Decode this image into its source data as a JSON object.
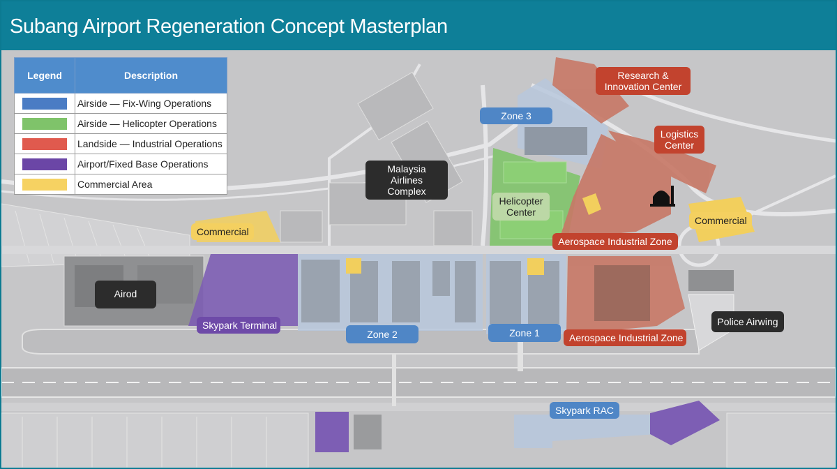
{
  "header": {
    "title": "Subang Airport Regeneration Concept Masterplan"
  },
  "legend": {
    "col_legend": "Legend",
    "col_description": "Description",
    "items": [
      {
        "label": "Airside — Fix-Wing Operations",
        "color": "#4a7cc4"
      },
      {
        "label": "Airside — Helicopter Operations",
        "color": "#7fc36a"
      },
      {
        "label": "Landside — Industrial Operations",
        "color": "#e05a4e"
      },
      {
        "label": "Airport/Fixed Base Operations",
        "color": "#6b46a6"
      },
      {
        "label": "Commercial Area",
        "color": "#f6d262"
      }
    ]
  },
  "map_labels": {
    "research": "Research & Innovation Center",
    "zone3": "Zone 3",
    "logistics": "Logistics Center",
    "mas": "Malaysia Airlines Complex",
    "helicopter": "Helicopter Center",
    "commercial_left": "Commercial",
    "commercial_right": "Commercial",
    "aero_upper": "Aerospace Industrial Zone",
    "airod": "Airod",
    "skypark_terminal": "Skypark Terminal",
    "zone2": "Zone 2",
    "zone1": "Zone 1",
    "aero_lower": "Aerospace Industrial Zone",
    "police": "Police Airwing",
    "skypark_rac": "Skypark RAC"
  },
  "icons": {
    "mosque": "mosque-icon"
  }
}
